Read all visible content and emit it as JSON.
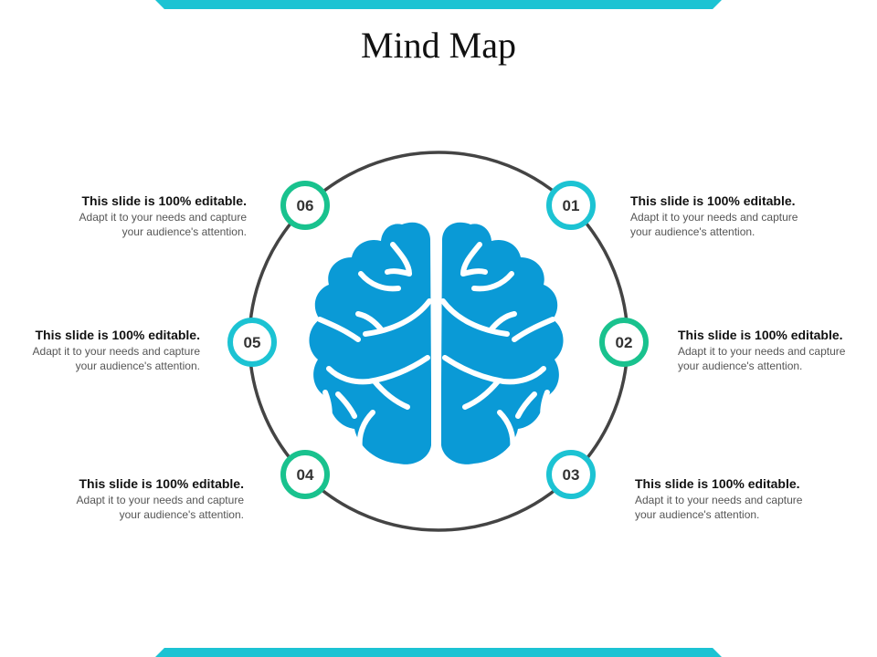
{
  "slide": {
    "title": "Mind Map",
    "colors": {
      "bar": "#1cc3d3",
      "brain": "#0a9ad6",
      "ring": "#444444",
      "teal": "#1cc3d3",
      "green": "#19c28e"
    }
  },
  "nodes": [
    {
      "id": "01",
      "label": "01",
      "color": "teal",
      "heading": "This slide is 100% editable.",
      "body_line1": "Adapt it to your needs and capture",
      "body_line2": "your audience's  attention."
    },
    {
      "id": "02",
      "label": "02",
      "color": "green",
      "heading": "This slide is 100% editable.",
      "body_line1": "Adapt it to your needs and capture",
      "body_line2": "your audience's  attention."
    },
    {
      "id": "03",
      "label": "03",
      "color": "teal",
      "heading": "This slide is 100% editable.",
      "body_line1": "Adapt it to your needs and capture",
      "body_line2": "your audience's  attention."
    },
    {
      "id": "04",
      "label": "04",
      "color": "green",
      "heading": "This slide is 100% editable.",
      "body_line1": "Adapt it to your needs and capture",
      "body_line2": "your audience's  attention."
    },
    {
      "id": "05",
      "label": "05",
      "color": "teal",
      "heading": "This slide is 100% editable.",
      "body_line1": "Adapt it to your needs and capture",
      "body_line2": "your audience's  attention."
    },
    {
      "id": "06",
      "label": "06",
      "color": "green",
      "heading": "This slide is 100% editable.",
      "body_line1": "Adapt it to your needs and capture",
      "body_line2": "your audience's  attention."
    }
  ],
  "center": {
    "icon": "brain-icon"
  }
}
